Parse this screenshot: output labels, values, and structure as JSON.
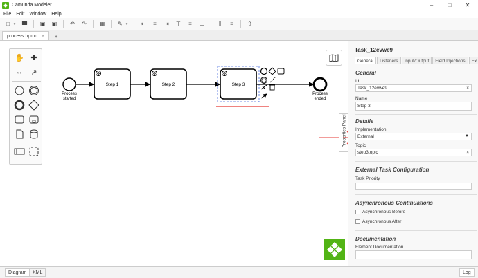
{
  "window": {
    "title": "Camunda Modeler",
    "minimize_icon": "minimize-icon",
    "maximize_icon": "maximize-icon",
    "close_icon": "close-icon"
  },
  "menu": [
    "File",
    "Edit",
    "Window",
    "Help"
  ],
  "tabs": {
    "file_tab": "process.bpmn",
    "close_glyph": "×",
    "add_glyph": "+"
  },
  "diagram": {
    "start_event_label": [
      "Process",
      "started"
    ],
    "end_event_label": [
      "Process",
      "ended"
    ],
    "tasks": [
      "Step 1",
      "Step 2",
      "Step 3"
    ]
  },
  "properties_toggle": "Properties Panel",
  "properties": {
    "element_id": "Task_12evwe9",
    "tabs": [
      "General",
      "Listeners",
      "Input/Output",
      "Field Injections",
      "Ex"
    ],
    "general": {
      "title": "General",
      "id_label": "Id",
      "id_value": "Task_12evwe9",
      "name_label": "Name",
      "name_value": "Step 3"
    },
    "details": {
      "title": "Details",
      "implementation_label": "Implementation",
      "implementation_value": "External",
      "topic_label": "Topic",
      "topic_value": "step3topic"
    },
    "external": {
      "title": "External Task Configuration",
      "priority_label": "Task Priority",
      "priority_value": ""
    },
    "async": {
      "title": "Asynchronous Continuations",
      "before_label": "Asynchronous Before",
      "after_label": "Asynchronous After"
    },
    "documentation": {
      "title": "Documentation",
      "label": "Element Documentation",
      "value": ""
    },
    "clear_glyph": "×",
    "select_glyph": "▼"
  },
  "bottom": {
    "diagram_tab": "Diagram",
    "xml_tab": "XML",
    "log_button": "Log"
  },
  "colors": {
    "accent": "#52b415",
    "annotation": "#e53935",
    "selection": "#4a6ee0"
  }
}
